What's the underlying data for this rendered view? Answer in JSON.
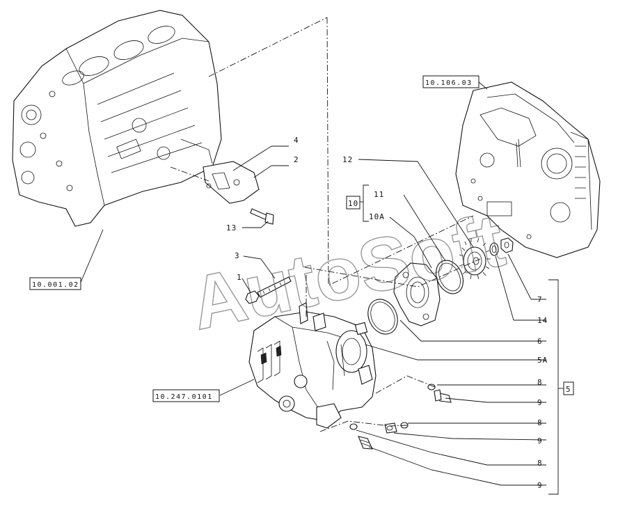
{
  "watermark": "AutoSoft",
  "references": {
    "engine_block": "10.001.02",
    "timing_cover": "10.106.03",
    "pump": "10.247.0101"
  },
  "group_labels": {
    "kit_10": "10",
    "kit_5": "5"
  },
  "callouts": {
    "c4": "4",
    "c2": "2",
    "c13": "13",
    "c3": "3",
    "c1": "1",
    "c12": "12",
    "c11": "11",
    "c10a": "10A",
    "c7": "7",
    "c14": "14",
    "c6": "6",
    "c5a": "5A",
    "c8a": "8",
    "c9a": "9",
    "c8b": "8",
    "c9b": "9",
    "c8c": "8",
    "c9c": "9"
  }
}
